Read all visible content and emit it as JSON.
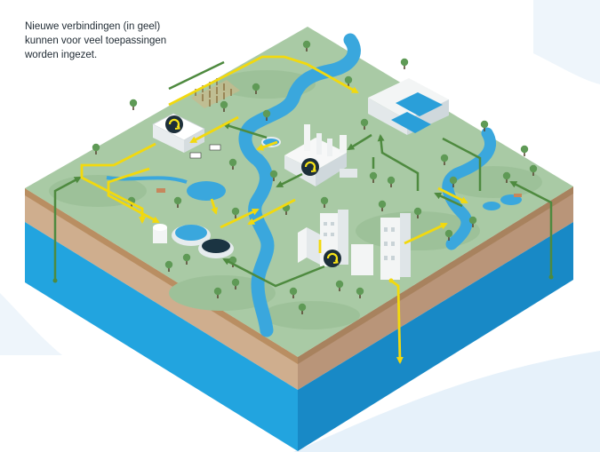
{
  "caption": {
    "lines": [
      "Nieuwe verbindingen (in geel)",
      "kunnen voor veel toepassingen",
      "worden ingezet."
    ]
  },
  "colors": {
    "background": "#ffffff",
    "sky_wave": "#e3eff9",
    "land_top": "#a8c9a4",
    "hill": "#9abf96",
    "water": "#3aa7dd",
    "water_dark": "#1f88c2",
    "soil_left": "#cfae8e",
    "soil_right": "#b99579",
    "soil_stripe": "#b98e62",
    "aquifer_left": "#20a3df",
    "aquifer_right": "#1889c6",
    "new_connection": "#f7e318",
    "existing_connection": "#4e8a3f",
    "building": "#f3f5f5",
    "tree": "#5f9a56"
  },
  "legend": {
    "new_connection_color_name": "geel"
  }
}
